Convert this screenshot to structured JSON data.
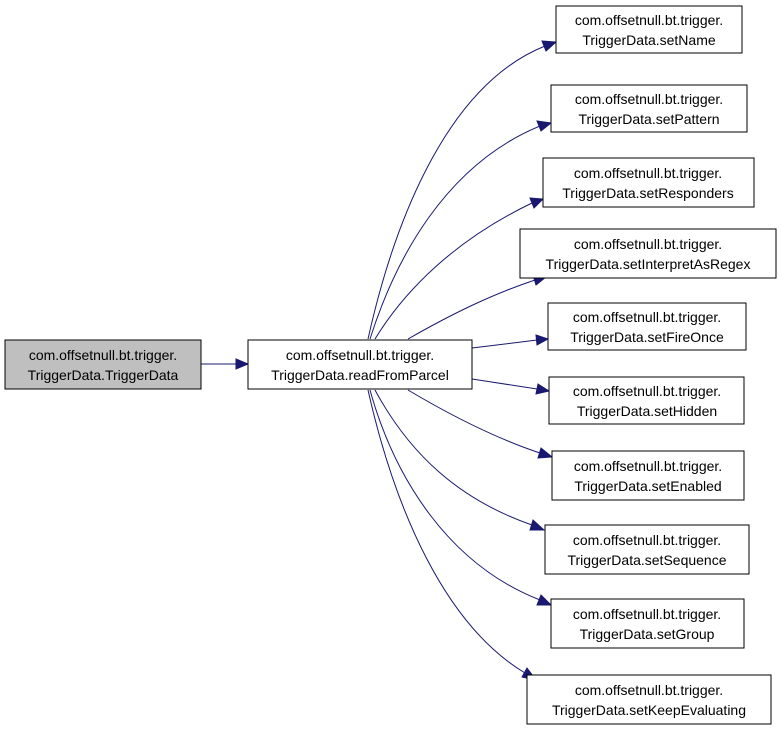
{
  "colors": {
    "edge": "#191970",
    "root_fill": "#bfbfbf",
    "node_fill": "#ffffff",
    "border": "#000000"
  },
  "nodes": [
    {
      "id": "root",
      "line1": "com.offsetnull.bt.trigger.",
      "line2": "TriggerData.TriggerData",
      "highlighted": true
    },
    {
      "id": "readFromParcel",
      "line1": "com.offsetnull.bt.trigger.",
      "line2": "TriggerData.readFromParcel"
    },
    {
      "id": "setName",
      "line1": "com.offsetnull.bt.trigger.",
      "line2": "TriggerData.setName"
    },
    {
      "id": "setPattern",
      "line1": "com.offsetnull.bt.trigger.",
      "line2": "TriggerData.setPattern"
    },
    {
      "id": "setResponders",
      "line1": "com.offsetnull.bt.trigger.",
      "line2": "TriggerData.setResponders"
    },
    {
      "id": "setInterpretAsRegex",
      "line1": "com.offsetnull.bt.trigger.",
      "line2": "TriggerData.setInterpretAsRegex"
    },
    {
      "id": "setFireOnce",
      "line1": "com.offsetnull.bt.trigger.",
      "line2": "TriggerData.setFireOnce"
    },
    {
      "id": "setHidden",
      "line1": "com.offsetnull.bt.trigger.",
      "line2": "TriggerData.setHidden"
    },
    {
      "id": "setEnabled",
      "line1": "com.offsetnull.bt.trigger.",
      "line2": "TriggerData.setEnabled"
    },
    {
      "id": "setSequence",
      "line1": "com.offsetnull.bt.trigger.",
      "line2": "TriggerData.setSequence"
    },
    {
      "id": "setGroup",
      "line1": "com.offsetnull.bt.trigger.",
      "line2": "TriggerData.setGroup"
    },
    {
      "id": "setKeepEvaluating",
      "line1": "com.offsetnull.bt.trigger.",
      "line2": "TriggerData.setKeepEvaluating"
    }
  ],
  "edges": [
    {
      "from": "root",
      "to": "readFromParcel"
    },
    {
      "from": "readFromParcel",
      "to": "setName"
    },
    {
      "from": "readFromParcel",
      "to": "setPattern"
    },
    {
      "from": "readFromParcel",
      "to": "setResponders"
    },
    {
      "from": "readFromParcel",
      "to": "setInterpretAsRegex"
    },
    {
      "from": "readFromParcel",
      "to": "setFireOnce"
    },
    {
      "from": "readFromParcel",
      "to": "setHidden"
    },
    {
      "from": "readFromParcel",
      "to": "setEnabled"
    },
    {
      "from": "readFromParcel",
      "to": "setSequence"
    },
    {
      "from": "readFromParcel",
      "to": "setGroup"
    },
    {
      "from": "readFromParcel",
      "to": "setKeepEvaluating"
    }
  ]
}
